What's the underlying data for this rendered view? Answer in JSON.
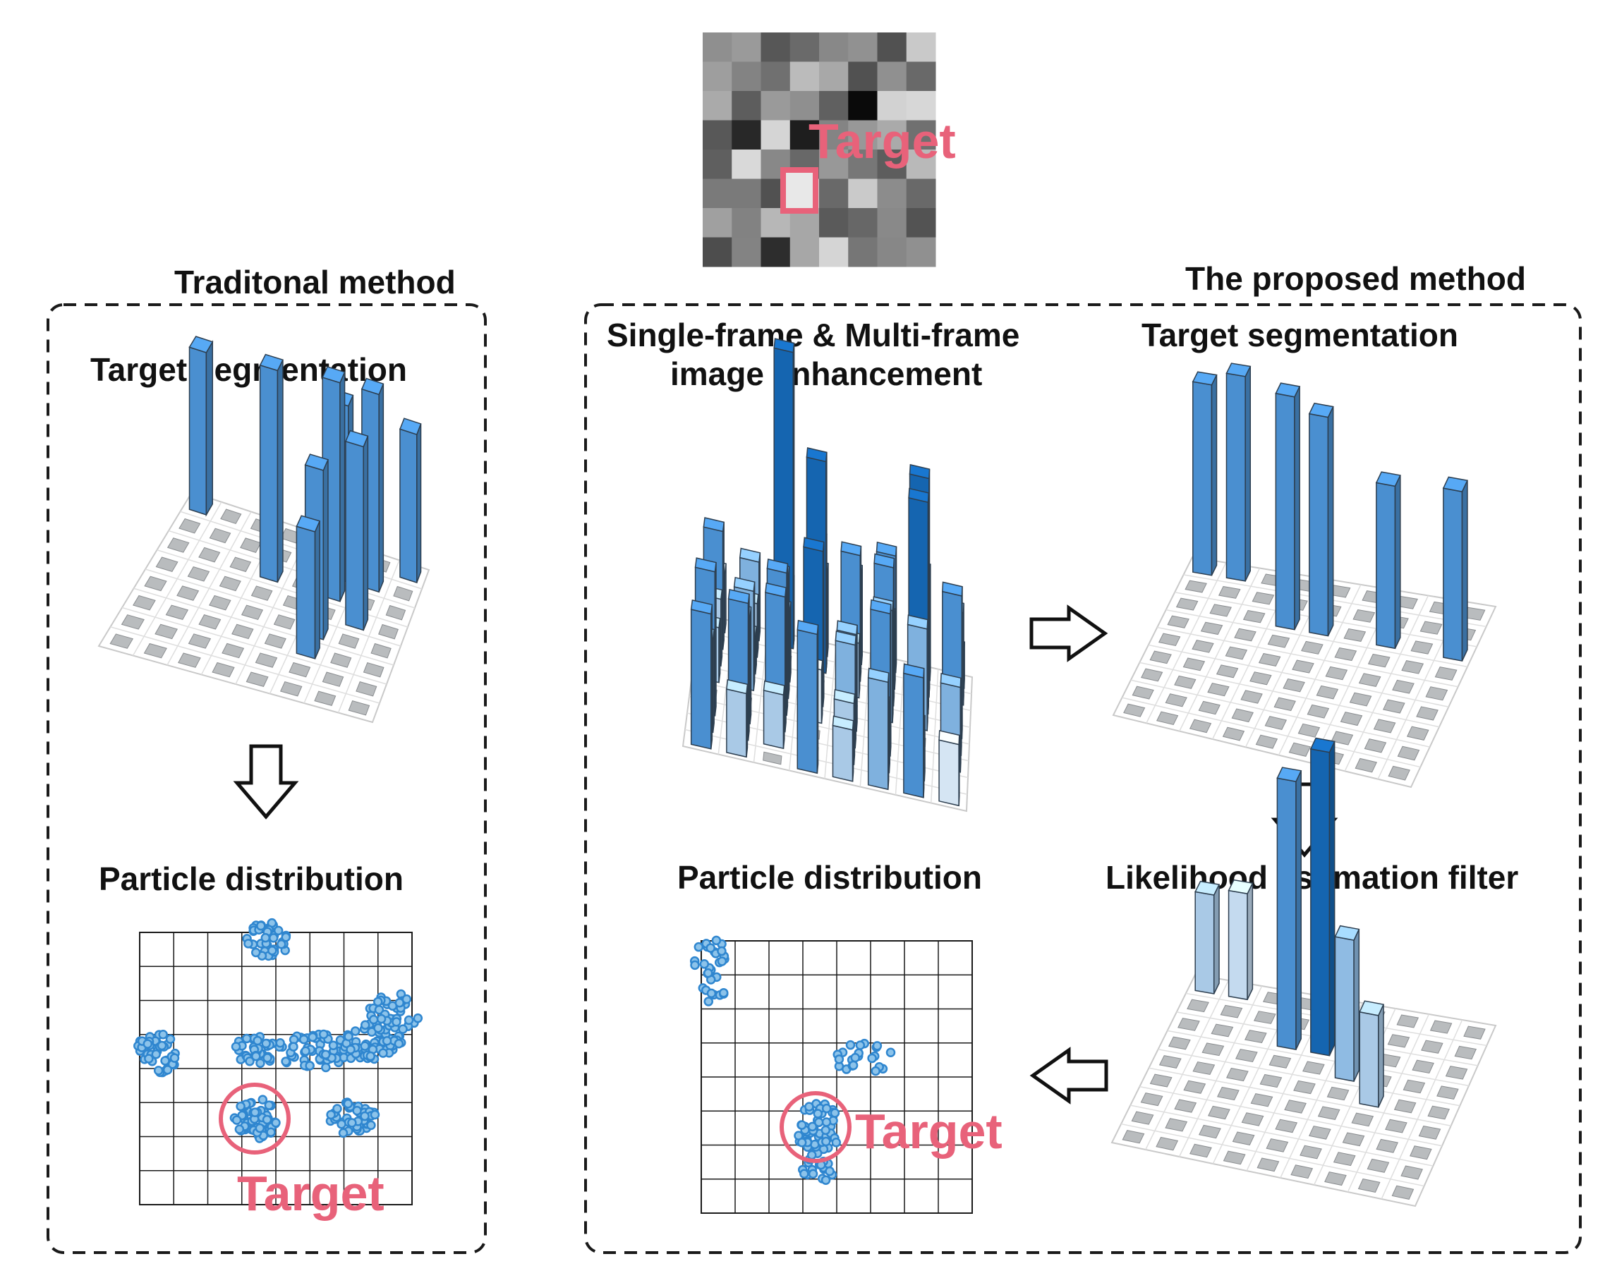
{
  "top_image": {
    "target_label": "Target"
  },
  "traditional": {
    "heading": "Traditonal method",
    "segmentation_title": "Target segmentation",
    "particle_title": "Particle distribution",
    "target_label": "Target"
  },
  "proposed": {
    "heading": "The proposed method",
    "enhancement_title_line1": "Single-frame & Multi-frame",
    "enhancement_title_line2": "image enhancement",
    "segmentation_title": "Target segmentation",
    "likelihood_title": "Likelihood estimation filter",
    "particle_title": "Particle distribution",
    "target_label": "Target"
  },
  "colors": {
    "target": "#e8627a",
    "bar_dark": "#1565b0",
    "bar_mid": "#4a8fd0",
    "bar_light": "#a9c9e6",
    "bar_pale": "#d5e5f3",
    "tile": "#b9bcbe",
    "particle": "#2f86cf"
  },
  "icons": [
    "arrow-down-icon",
    "arrow-right-icon",
    "arrow-left-icon"
  ]
}
